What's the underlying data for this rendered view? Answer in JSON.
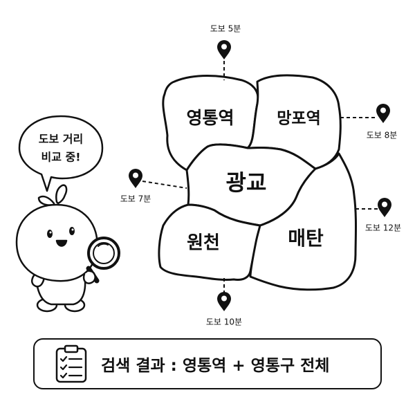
{
  "speech_bubble": {
    "line1": "도보 거리",
    "line2": "비교 중!"
  },
  "regions": [
    {
      "id": "yeongtong",
      "label": "영통역"
    },
    {
      "id": "mangpo",
      "label": "망포역"
    },
    {
      "id": "gwanggyo",
      "label": "광교"
    },
    {
      "id": "wonchon",
      "label": "원천"
    },
    {
      "id": "maetan",
      "label": "매탄"
    }
  ],
  "walking_times": [
    {
      "id": "north",
      "label": "도보 5분"
    },
    {
      "id": "east-upper",
      "label": "도보 8분"
    },
    {
      "id": "west",
      "label": "도보 7분"
    },
    {
      "id": "east-lower",
      "label": "도보 12분"
    },
    {
      "id": "south",
      "label": "도보 10분"
    }
  ],
  "result_bar": {
    "text": "검색 결과 : 영통역 + 영통구 전체",
    "icon": "checklist-clipboard-icon"
  },
  "icons": {
    "marker": "map-pin-icon",
    "mascot": "sprout-mascot-with-magnifier"
  }
}
